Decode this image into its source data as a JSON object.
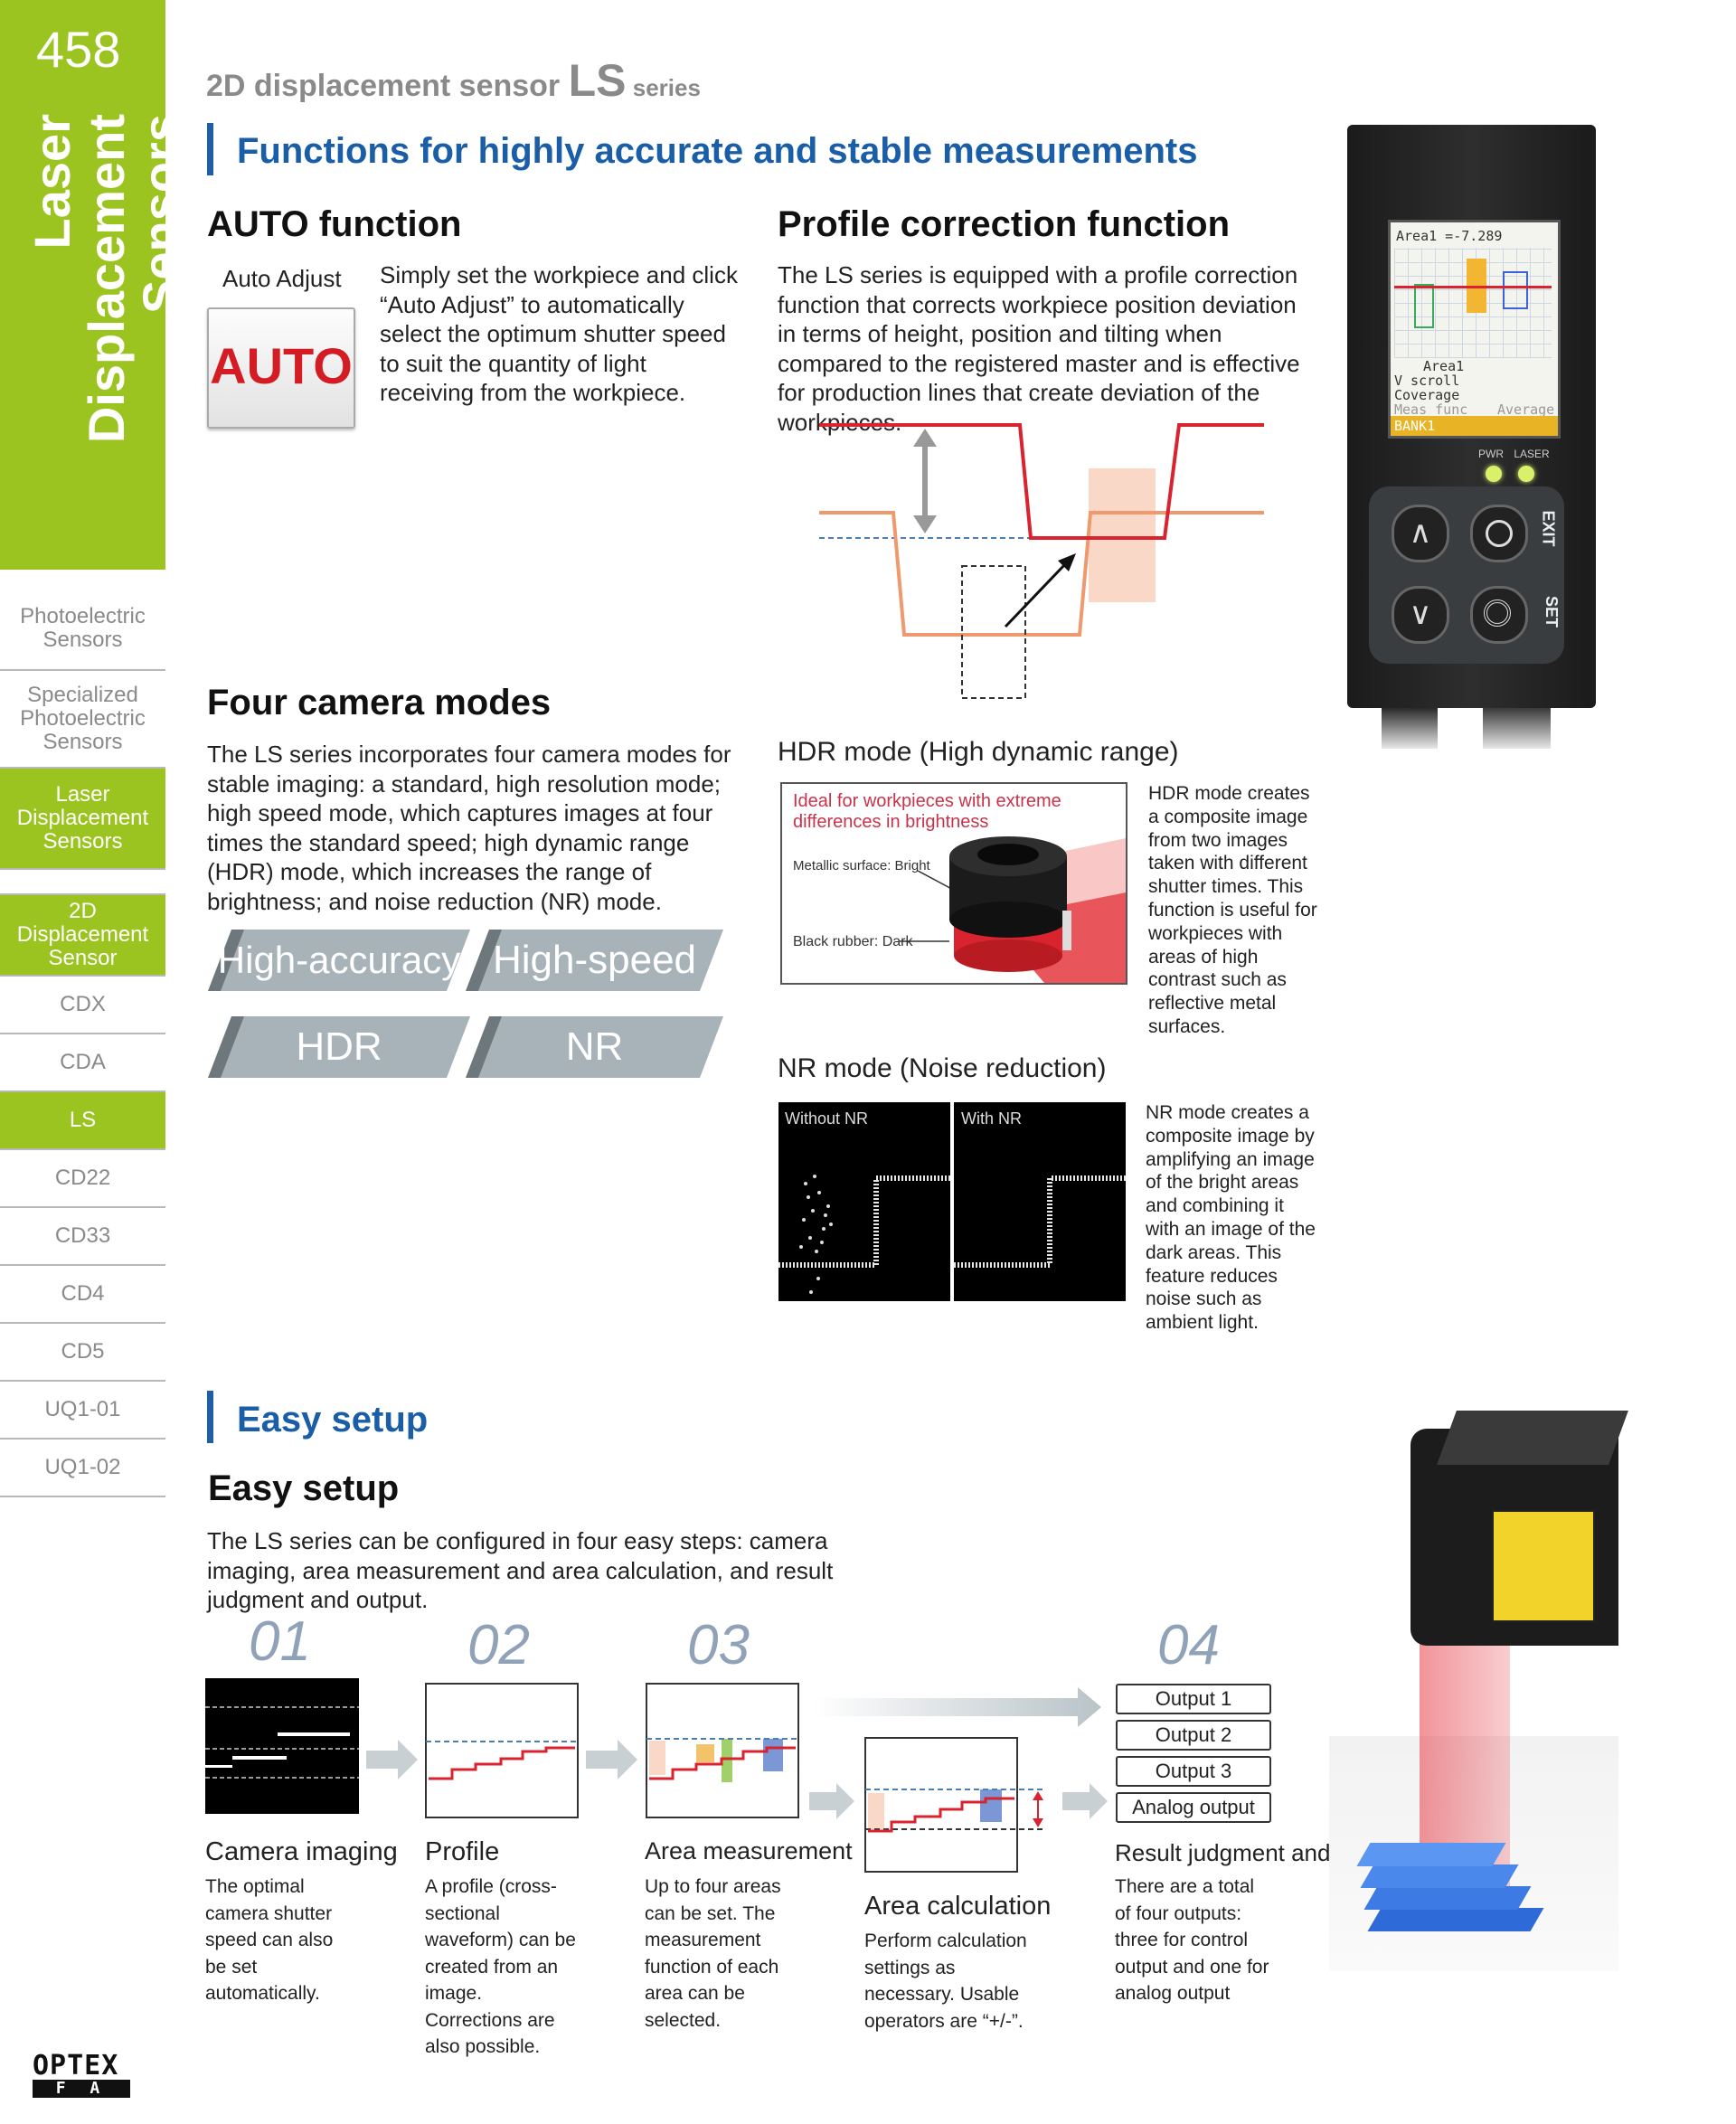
{
  "page": {
    "number": "458"
  },
  "sidebar": {
    "vertical_title_line1": "Laser Displacement",
    "vertical_title_line2": "Sensors",
    "items": [
      {
        "label": "Photoelectric\nSensors"
      },
      {
        "label": "Specialized\nPhotoelectric\nSensors"
      },
      {
        "label": "Laser\nDisplacement\nSensors"
      },
      {
        "label": "2D\nDisplacement\nSensor"
      },
      {
        "label": "CDX"
      },
      {
        "label": "CDA"
      },
      {
        "label": "LS"
      },
      {
        "label": "CD22"
      },
      {
        "label": "CD33"
      },
      {
        "label": "CD4"
      },
      {
        "label": "CD5"
      },
      {
        "label": "UQ1-01"
      },
      {
        "label": "UQ1-02"
      }
    ]
  },
  "header": {
    "prefix": "2D displacement sensor ",
    "model": "LS",
    "suffix": " series"
  },
  "section1": {
    "title": "Functions for highly accurate and stable measurements",
    "auto": {
      "heading": "AUTO function",
      "caption": "Auto Adjust",
      "button_label": "AUTO",
      "text": "Simply set the workpiece and click “Auto Adjust” to automatically select the optimum shutter speed to suit the quantity of light receiving from the workpiece."
    },
    "profile": {
      "heading": "Profile correction function",
      "text": "The LS series is equipped with a profile correction function that corrects workpiece position deviation in terms of height, position and tilting when compared to the registered master and is effective for production lines that create deviation of the workpieces."
    },
    "camera_modes": {
      "heading": "Four camera modes",
      "text": "The LS series incorporates four camera modes for stable imaging: a standard, high resolution mode; high speed mode, which captures images at four times the standard speed; high dynamic range (HDR) mode, which increases the range of brightness; and noise reduction (NR) mode.",
      "modes": [
        "High-accuracy",
        "High-speed",
        "HDR",
        "NR"
      ]
    },
    "hdr": {
      "heading": "HDR mode (High dynamic range)",
      "box_title": "Ideal for workpieces with extreme differences in brightness",
      "label_bright": "Metallic surface: Bright",
      "label_dark": "Black rubber: Dark",
      "text": "HDR mode creates a composite image from two images taken with different shutter times. This function is useful for workpieces with areas of high contrast such as reflective metal surfaces."
    },
    "nr": {
      "heading": "NR mode (Noise reduction)",
      "label_without": "Without NR",
      "label_with": "With NR",
      "text": "NR mode creates a composite image by amplifying an image of the bright areas and combining it with an image of the dark areas. This feature reduces noise such as ambient light."
    },
    "device_screen": {
      "line1": "Area1  =-7.289",
      "line2": "Area1",
      "line3": "V scroll",
      "line4": "Coverage",
      "line5": "Meas func",
      "line6": "Average",
      "line7": "BANK1",
      "label_pwr": "PWR",
      "label_laser": "LASER",
      "label_exit": "EXIT",
      "label_set": "SET"
    }
  },
  "section2": {
    "title": "Easy setup",
    "heading": "Easy setup",
    "text": "The LS series can be configured in four easy steps: camera imaging, area measurement and area calculation, and result judgment and output.",
    "steps": [
      {
        "num": "01",
        "title": "Camera imaging",
        "text": "The optimal camera shutter speed can also be set automatically."
      },
      {
        "num": "02",
        "title": "Profile",
        "text": "A profile (cross-sectional waveform) can be created from an image. Corrections are also possible."
      },
      {
        "num": "03",
        "title": "Area measurement",
        "text": "Up to four areas can be set. The measurement function of each area can be selected."
      },
      {
        "num": "",
        "title": "Area calculation",
        "text": "Perform calculation settings as necessary. Usable operators are “+/-”."
      },
      {
        "num": "04",
        "title": "Result judgment and output",
        "text": "There are a total of four outputs: three for control output and one for analog output"
      }
    ],
    "outputs": [
      "Output 1",
      "Output 2",
      "Output 3",
      "Analog output"
    ]
  },
  "footer": {
    "logo_top": "OPTEX",
    "logo_bottom": "F  A"
  },
  "colors": {
    "accent_green": "#9cc421",
    "accent_blue": "#1a5ea8",
    "profile_red": "#d9232e",
    "profile_orange": "#ee9a6e"
  }
}
